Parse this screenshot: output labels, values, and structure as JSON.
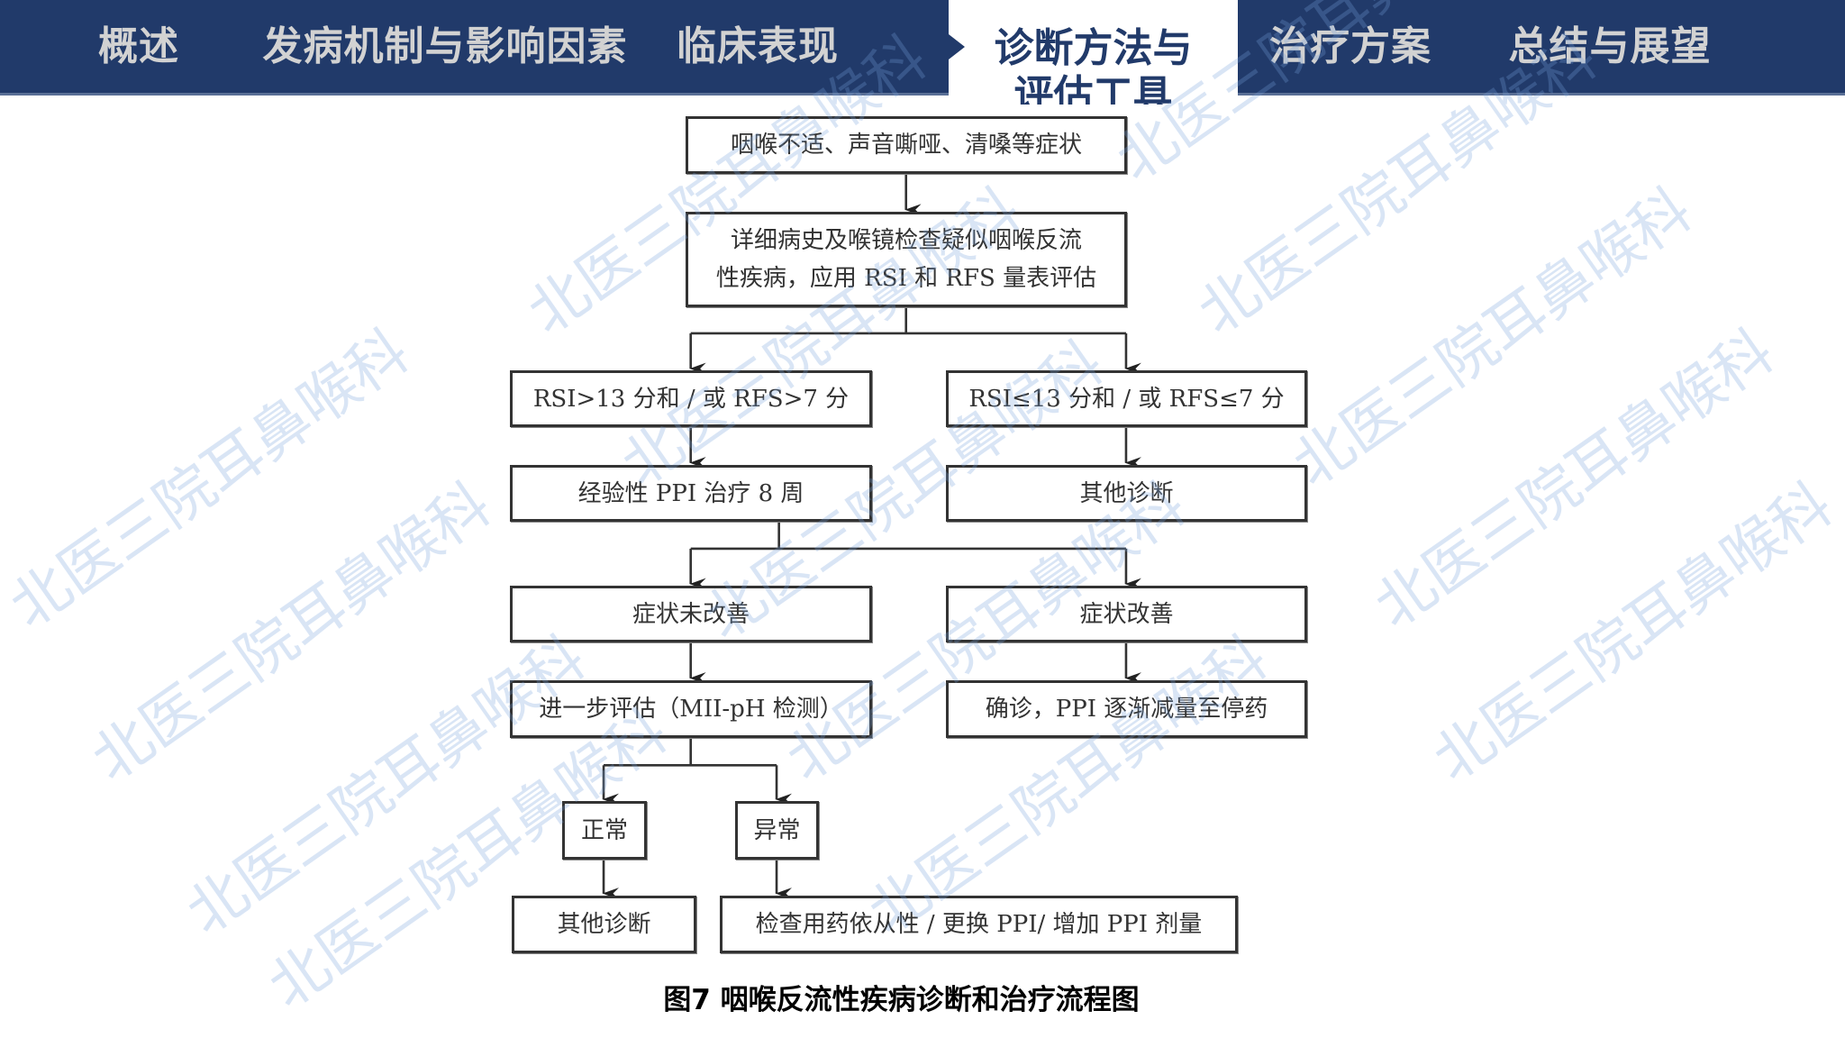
{
  "nav": {
    "items": [
      "概述",
      "发病机制与影响因素",
      "临床表现",
      "治疗方案",
      "总结与展望"
    ],
    "active": {
      "line1": "诊断方法与",
      "line2": "评估工具"
    }
  },
  "flowchart": {
    "symptoms": "咽喉不适、声音嘶哑、清嗓等症状",
    "history_line1": "详细病史及喉镜检查疑似咽喉反流",
    "history_line2": "性疾病，应用 RSI 和 RFS 量表评估",
    "positive": "RSI>13 分和 / 或 RFS>7 分",
    "negative": "RSI≤13 分和 / 或 RFS≤7 分",
    "ppi_trial": "经验性 PPI 治疗 8 周",
    "other_dx_1": "其他诊断",
    "not_improved": "症状未改善",
    "improved": "症状改善",
    "further_eval": "进一步评估（MII-pH 检测）",
    "confirmed": "确诊，PPI 逐渐减量至停药",
    "normal": "正常",
    "abnormal": "异常",
    "other_dx_2": "其他诊断",
    "adjust": "检查用药依从性 / 更换 PPI/ 增加 PPI 剂量"
  },
  "caption": "图7 咽喉反流性疾病诊断和治疗流程图",
  "watermark": "北医三院耳鼻喉科",
  "colors": {
    "header": "#213a6a",
    "nav_text": "#d2d2d2"
  }
}
